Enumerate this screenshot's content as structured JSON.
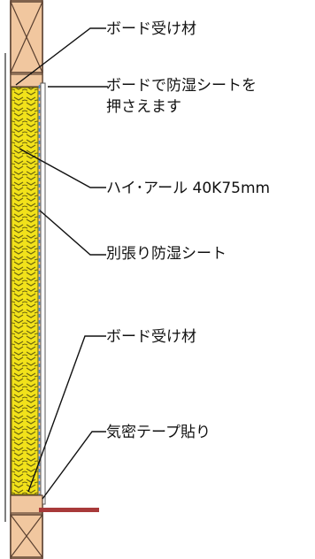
{
  "labels": {
    "board_support_top": "ボード受け材",
    "board_presses_sheet_line1": "ボードで防湿シートを",
    "board_presses_sheet_line2": "押さえます",
    "insulation": "ハイ･アール 40K75mm",
    "vapor_sheet": "別張り防湿シート",
    "board_support_bottom": "ボード受け材",
    "airtight_tape": "気密テープ貼り"
  },
  "colors": {
    "wood": "#f1c79f",
    "wood_outline": "#5a4030",
    "insulation": "#f2e21a",
    "insulation_pattern": "#6b6410",
    "board": "#ffffff",
    "vapor_sheet": "#4a90d9",
    "tape": "#a83a3a",
    "leader": "#111111"
  }
}
